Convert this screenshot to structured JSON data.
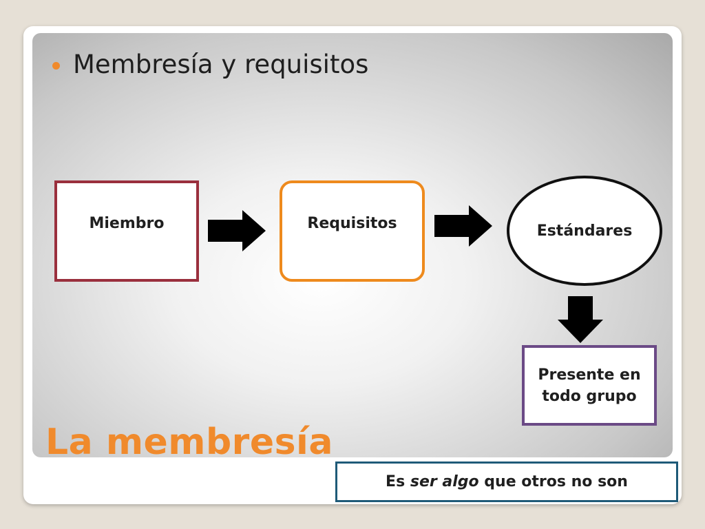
{
  "slide": {
    "bullet_text": "Membresía y requisitos",
    "title": "La membresía"
  },
  "diagram": {
    "nodes": {
      "miembro": "Miembro",
      "requisitos": "Requisitos",
      "estandares": "Estándares",
      "presente": "Presente en todo grupo"
    }
  },
  "caption": {
    "prefix": "Es",
    "emphasis": "ser algo",
    "suffix": "que otros no son"
  },
  "colors": {
    "accent": "#f08a2c",
    "miembro_border": "#9a2f3d",
    "requisitos_border": "#ee8a1d",
    "presente_border": "#6b4a86",
    "caption_border": "#1e5a78"
  }
}
